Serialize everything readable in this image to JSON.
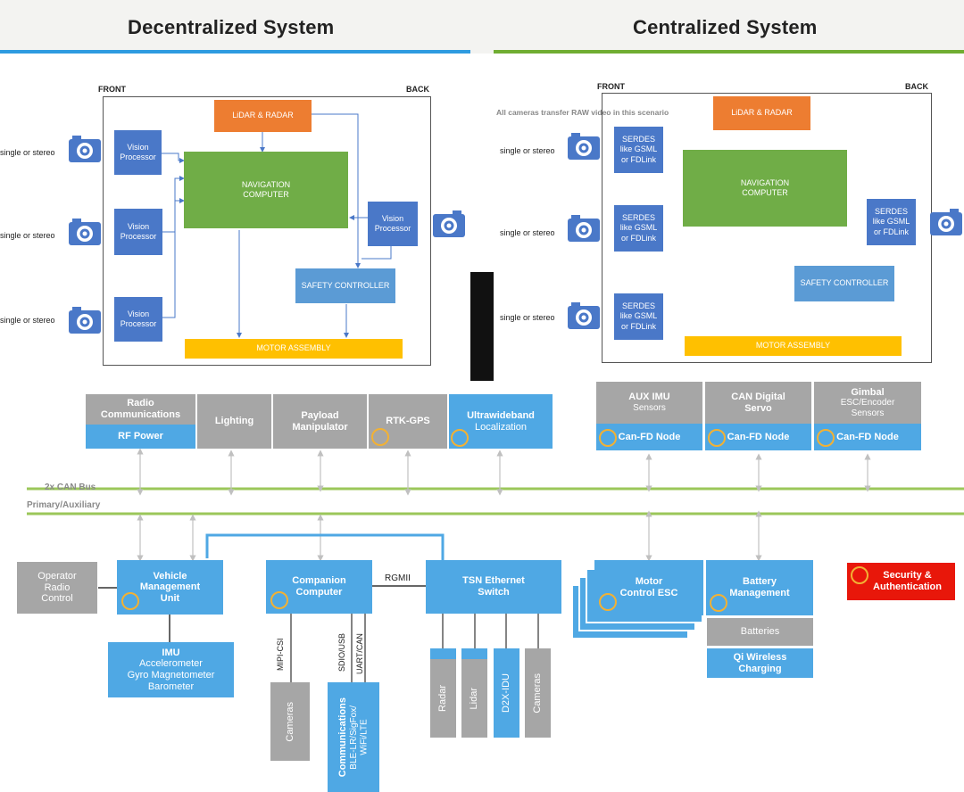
{
  "top": {
    "left_title": "Decentralized System",
    "right_title": "Centralized System",
    "left_bar_color": "#2e9be0",
    "right_bar_color": "#70ad32",
    "front": "FRONT",
    "back": "BACK",
    "camera_label": "single or stereo",
    "lidar": "LiDAR & RADAR",
    "nav": "NAVIGATION\nCOMPUTER",
    "vision": "Vision\nProcessor",
    "safety": "SAFETY CONTROLLER",
    "motor": "MOTOR ASSEMBLY",
    "raw_note": "All cameras transfer RAW video in this scenario",
    "serdes": "SERDES\nlike GSML\nor FDLink"
  },
  "bottom": {
    "radio_comm": "Radio\nCommunications",
    "rf_power": "RF Power",
    "lighting": "Lighting",
    "payload": "Payload\nManipulator",
    "rtk": "RTK-GPS",
    "uwb_title": "Ultrawideband",
    "uwb_sub": "Localization",
    "aux_imu": "AUX IMU",
    "aux_imu_sub": "Sensors",
    "can_servo": "CAN Digital\nServo",
    "gimbal": "Gimbal",
    "gimbal_sub": "ESC/Encoder\nSensors",
    "canfd": "Can-FD Node",
    "bus1": "2x CAN Bus",
    "bus2": "Primary/Auxiliary",
    "operator": "Operator\nRadio\nControl",
    "vmu": "Vehicle\nManagement\nUnit",
    "imu_title": "IMU",
    "imu_body": "Accelerometer\nGyro Magnetometer\nBarometer",
    "companion": "Companion\nComputer",
    "rgmii": "RGMII",
    "tsn": "TSN Ethernet\nSwitch",
    "motor_esc": "Motor\nControl ESC",
    "battery_mgmt": "Battery\nManagement",
    "batteries": "Batteries",
    "qi": "Qi Wireless\nCharging",
    "security": "Security &\nAuthentication",
    "mipi": "MIPI-CSI",
    "sdio": "SDIO/USB",
    "uart": "UART/CAN",
    "cameras": "Cameras",
    "comm_title": "Communications",
    "comm_sub": "BLE-LR/SigFox/\nWiFi/LTE",
    "radar": "Radar",
    "lidar": "Lidar",
    "d2x": "D2X-IDU"
  }
}
